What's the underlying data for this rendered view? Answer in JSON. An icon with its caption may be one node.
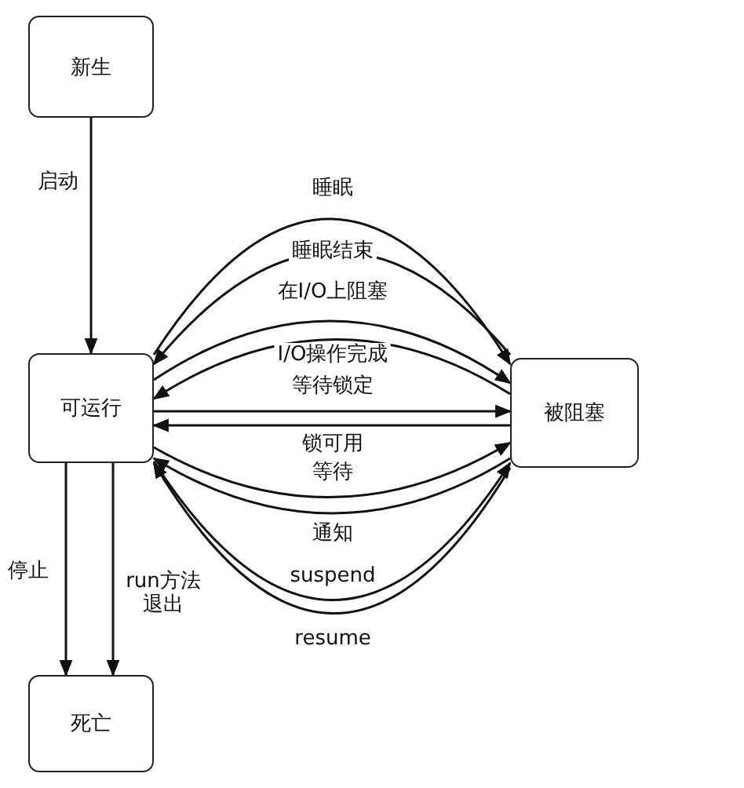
{
  "diagram": {
    "nodes": [
      {
        "text": [
          "新生"
        ]
      },
      {
        "text": [
          "可运行"
        ]
      },
      {
        "text": [
          "被阻塞"
        ]
      },
      {
        "text": [
          "死亡"
        ]
      }
    ],
    "edges": [
      {
        "from": 0,
        "to": 1,
        "arrow": "to",
        "label": "启动"
      },
      {
        "from": 1,
        "to": 2,
        "arrow": "to",
        "label": "睡眠"
      },
      {
        "from": 2,
        "to": 1,
        "arrow": "to",
        "label": "睡眠结束"
      },
      {
        "from": 1,
        "to": 2,
        "arrow": "to",
        "label": "在I/O上阻塞"
      },
      {
        "from": 2,
        "to": 1,
        "arrow": "to",
        "label": "I/O操作完成"
      },
      {
        "from": 1,
        "to": 2,
        "arrow": "to",
        "label": "等待锁定"
      },
      {
        "from": 2,
        "to": 1,
        "arrow": "to",
        "label": "锁可用"
      },
      {
        "from": 1,
        "to": 2,
        "arrow": "to",
        "label": "等待"
      },
      {
        "from": 2,
        "to": 1,
        "arrow": "to",
        "label": "通知"
      },
      {
        "from": 1,
        "to": 2,
        "arrow": "to",
        "label": "suspend"
      },
      {
        "from": 2,
        "to": 1,
        "arrow": "to",
        "label": "resume"
      },
      {
        "from": 1,
        "to": 3,
        "arrow": "to",
        "label": "停止"
      },
      {
        "from": 1,
        "to": 3,
        "arrow": "to",
        "label": "run方法退出"
      }
    ]
  }
}
